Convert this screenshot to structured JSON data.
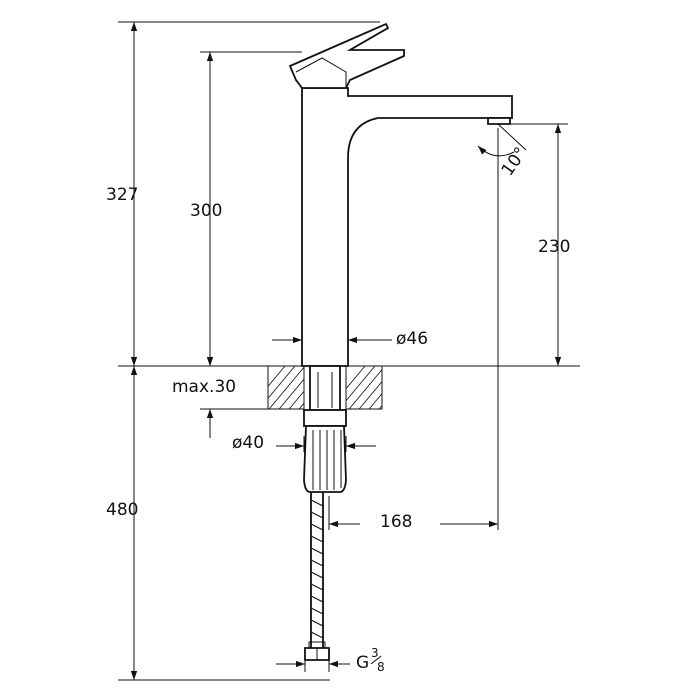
{
  "diagram": {
    "dimensions": {
      "total_height": "327",
      "spout_height": "300",
      "outlet_height": "230",
      "body_diameter": "ø46",
      "max_counter_thickness": "max.30",
      "shank_diameter": "ø40",
      "below_counter_length": "480",
      "spout_reach": "168",
      "connection_thread_prefix": "G",
      "connection_thread_num": "3",
      "connection_thread_den": "8",
      "outlet_angle": "10°"
    },
    "colors": {
      "line": "#111111",
      "background": "#ffffff"
    }
  }
}
